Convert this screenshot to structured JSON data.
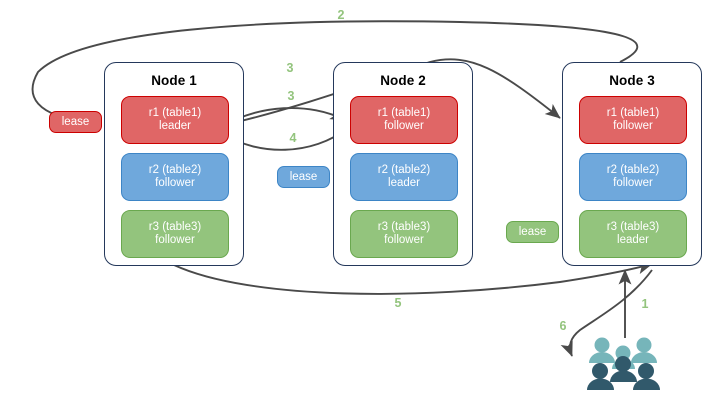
{
  "diagram": {
    "title": "distributed-lease-replication-diagram",
    "colors": {
      "red_fill": "#e06666",
      "red_stroke": "#cc0000",
      "blue_fill": "#6fa8dc",
      "blue_stroke": "#3d85c6",
      "green_fill": "#93c47d",
      "green_stroke": "#6aa84f",
      "node_border": "#24385b",
      "arrow": "#4a4a4a",
      "label_green": "#93c47d",
      "people_light": "#76b5ba",
      "people_dark": "#31596b"
    }
  },
  "nodes": [
    {
      "id": "node1",
      "title": "Node 1",
      "replicas": [
        {
          "name": "r1 (table1)",
          "role": "leader",
          "color": "red"
        },
        {
          "name": "r2 (table2)",
          "role": "follower",
          "color": "blue"
        },
        {
          "name": "r3 (table3)",
          "role": "follower",
          "color": "green"
        }
      ]
    },
    {
      "id": "node2",
      "title": "Node 2",
      "replicas": [
        {
          "name": "r1 (table1)",
          "role": "follower",
          "color": "red"
        },
        {
          "name": "r2 (table2)",
          "role": "leader",
          "color": "blue"
        },
        {
          "name": "r3 (table3)",
          "role": "follower",
          "color": "green"
        }
      ]
    },
    {
      "id": "node3",
      "title": "Node 3",
      "replicas": [
        {
          "name": "r1 (table1)",
          "role": "follower",
          "color": "red"
        },
        {
          "name": "r2 (table2)",
          "role": "follower",
          "color": "blue"
        },
        {
          "name": "r3 (table3)",
          "role": "leader",
          "color": "green"
        }
      ]
    }
  ],
  "leases": [
    {
      "id": "lease-r1",
      "label": "lease",
      "color": "red"
    },
    {
      "id": "lease-r2",
      "label": "lease",
      "color": "blue"
    },
    {
      "id": "lease-r3",
      "label": "lease",
      "color": "green"
    }
  ],
  "edge_labels": [
    {
      "id": "label-1",
      "text": "1"
    },
    {
      "id": "label-2",
      "text": "2"
    },
    {
      "id": "label-3a",
      "text": "3"
    },
    {
      "id": "label-3b",
      "text": "3"
    },
    {
      "id": "label-4",
      "text": "4"
    },
    {
      "id": "label-5",
      "text": "5"
    },
    {
      "id": "label-6",
      "text": "6"
    }
  ],
  "actor": {
    "id": "clients",
    "icon": "people-group-icon",
    "figure_count": 6
  }
}
